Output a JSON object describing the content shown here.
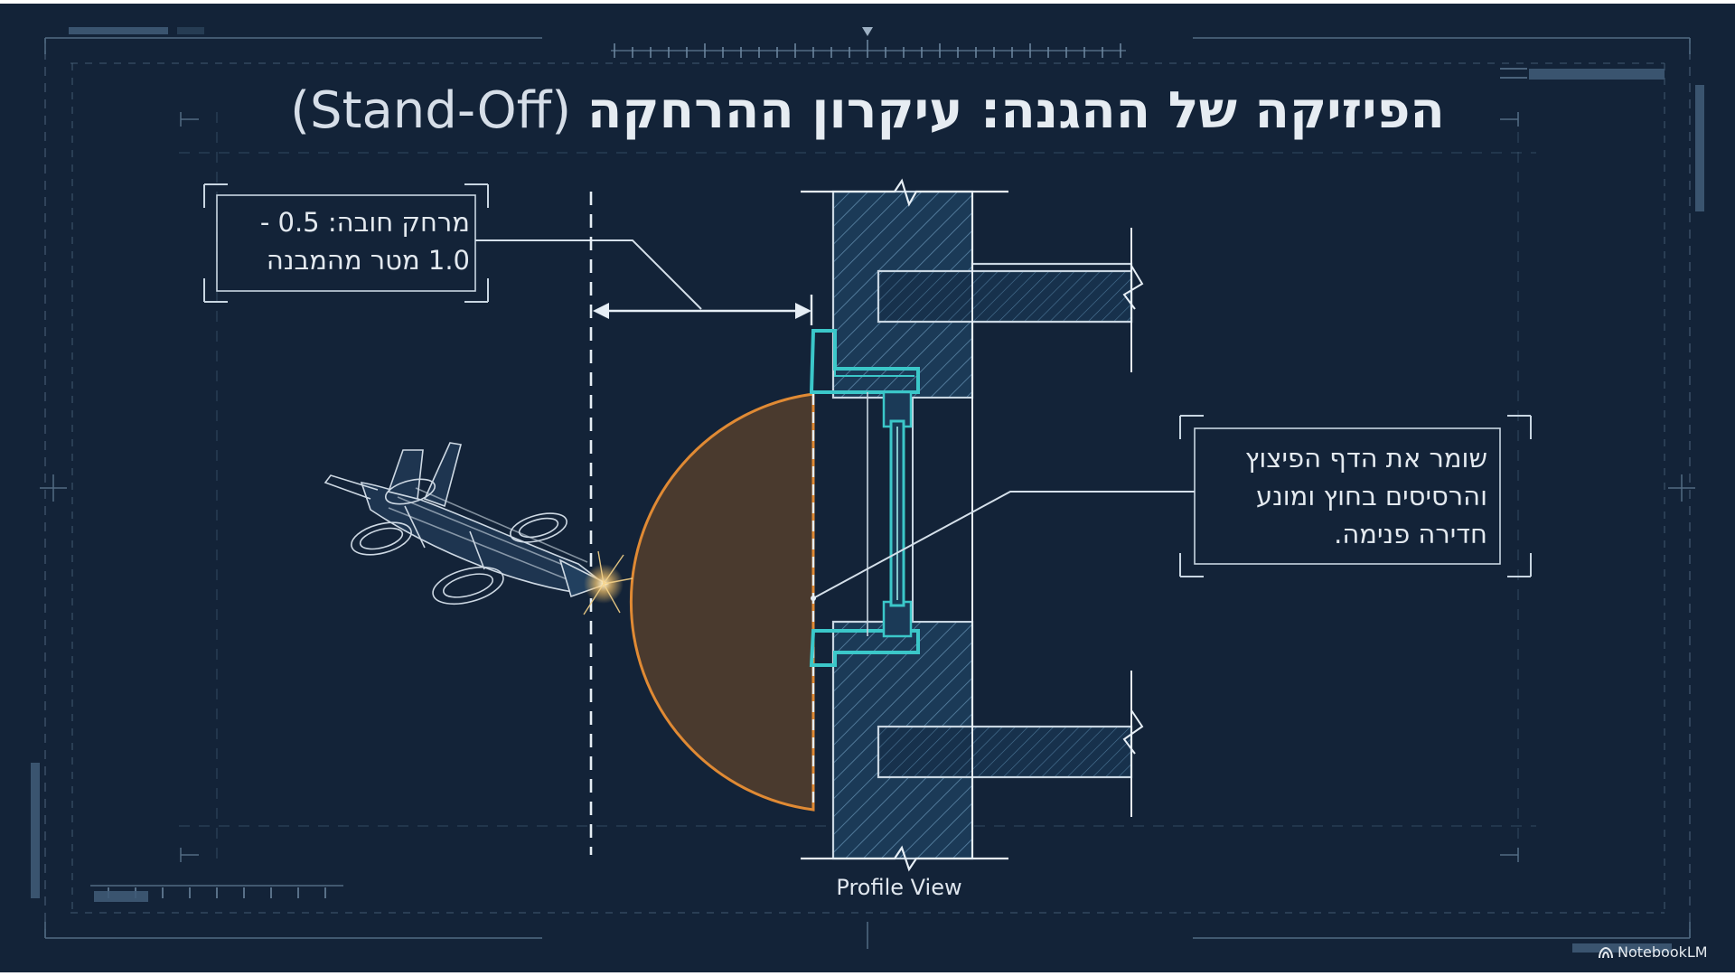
{
  "title": {
    "hebrew": "הפיזיקה של ההגנה: עיקרון ההרחקה",
    "latin": "(Stand-Off)"
  },
  "callouts": {
    "standoff_distance": "מרחק חובה: 0.5 -\n1.0 מטר מהמבנה",
    "blast_effect": "שומר את הדף הפיצוץ\nוהרסיסים בחוץ ומונע\nחדירה פנימה."
  },
  "labels": {
    "profile_view": "Profile View"
  },
  "watermark": {
    "brand": "NotebookLM"
  },
  "colors": {
    "background": "#132338",
    "line": "#c9d6e2",
    "cyan_accent": "#3bc7c9",
    "blast_fill": "#4a3a2e",
    "blast_stroke": "#e08a34"
  },
  "icons": [
    "drone-icon",
    "notebooklm-logo-icon"
  ]
}
